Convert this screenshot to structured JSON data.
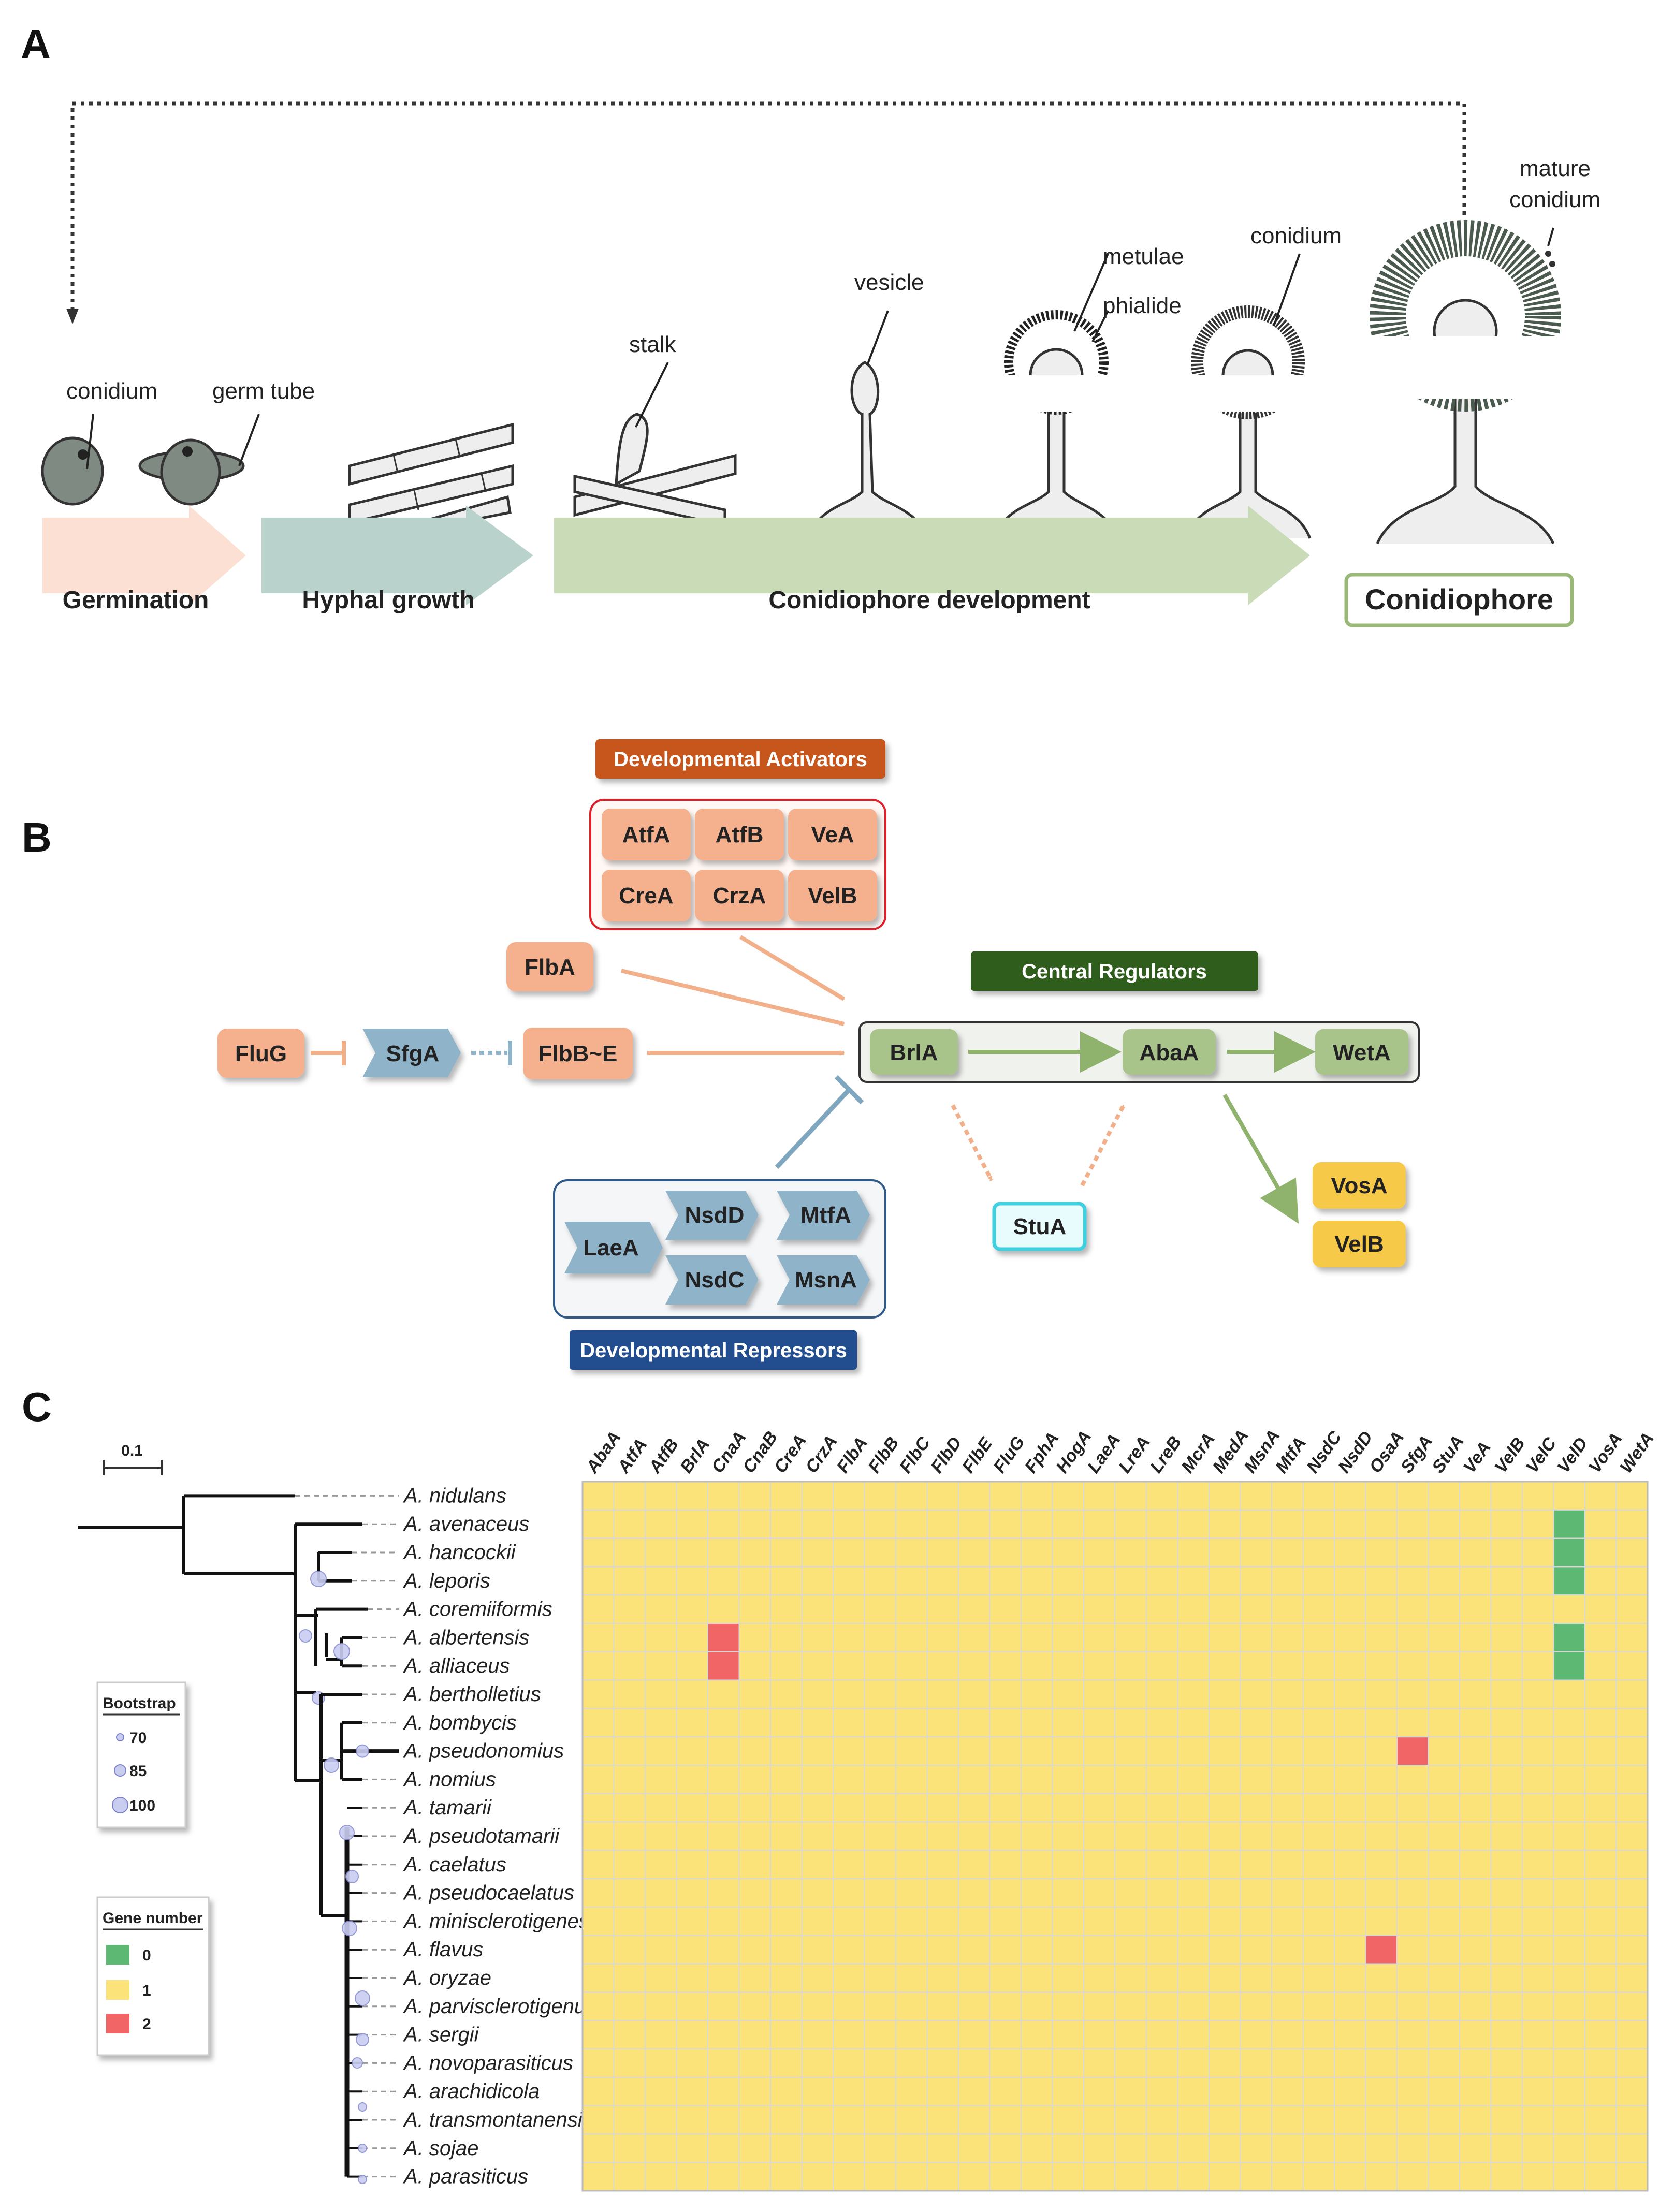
{
  "panel_a": {
    "label": "A",
    "annotations": {
      "conidium_left": "conidium",
      "germ_tube": "germ tube",
      "stalk": "stalk",
      "vesicle": "vesicle",
      "metulae": "metulae",
      "phialide": "phialide",
      "conidium_right": "conidium",
      "mature_line1": "mature",
      "mature_line2": "conidium"
    },
    "stages": {
      "germination": "Germination",
      "hyphal_growth": "Hyphal growth",
      "conidiophore_development": "Conidiophore development",
      "conidiophore": "Conidiophore"
    }
  },
  "panel_b": {
    "label": "B",
    "headers": {
      "activators": "Developmental Activators",
      "central": "Central Regulators",
      "repressors": "Developmental Repressors"
    },
    "activators": [
      "AtfA",
      "AtfB",
      "VeA",
      "CreA",
      "CrzA",
      "VelB"
    ],
    "upstream": {
      "flba": "FlbA",
      "flug": "FluG",
      "sfga": "SfgA",
      "flbbe": "FlbB~E"
    },
    "central": [
      "BrlA",
      "AbaA",
      "WetA"
    ],
    "repressors": {
      "laea": "LaeA",
      "nsdd": "NsdD",
      "mtfa": "MtfA",
      "nsdc": "NsdC",
      "msna": "MsnA"
    },
    "stua": "StuA",
    "downstream": [
      "VosA",
      "VelB"
    ],
    "colors": {
      "activator_fill": "#f5b08e",
      "activator_header": "#c7561a",
      "central_header": "#2f5d1e",
      "central_fill": "#a9c48a",
      "repressor_header": "#234d8f",
      "repressor_fill": "#8fb3c9",
      "stua_border": "#3fd0e0",
      "downstream_fill": "#f7c948"
    }
  },
  "panel_c": {
    "label": "C",
    "scale_label": "0.1",
    "genes": [
      "AbaA",
      "AtfA",
      "AtfB",
      "BrlA",
      "CnaA",
      "CnaB",
      "CreA",
      "CrzA",
      "FlbA",
      "FlbB",
      "FlbC",
      "FlbD",
      "FlbE",
      "FluG",
      "FphA",
      "HogA",
      "LaeA",
      "LreA",
      "LreB",
      "McrA",
      "MedA",
      "MsnA",
      "MtfA",
      "NsdC",
      "NsdD",
      "OsaA",
      "SfgA",
      "StuA",
      "VeA",
      "VelB",
      "VelC",
      "VelD",
      "VosA",
      "WetA"
    ],
    "species": [
      "A. nidulans",
      "A. avenaceus",
      "A. hancockii",
      "A. leporis",
      "A. coremiiformis",
      "A. albertensis",
      "A. alliaceus",
      "A. bertholletius",
      "A. bombycis",
      "A. pseudonomius",
      "A. nomius",
      "A. tamarii",
      "A. pseudotamarii",
      "A. caelatus",
      "A. pseudocaelatus",
      "A. minisclerotigenes",
      "A. flavus",
      "A. oryzae",
      "A. parvisclerotigenus",
      "A. sergii",
      "A. novoparasiticus",
      "A. arachidicola",
      "A. transmontanensis",
      "A. sojae",
      "A. parasiticus"
    ],
    "exceptions": [
      {
        "species": "A. avenaceus",
        "gene": "VelD",
        "count": 0
      },
      {
        "species": "A. hancockii",
        "gene": "VelD",
        "count": 0
      },
      {
        "species": "A. leporis",
        "gene": "VelD",
        "count": 0
      },
      {
        "species": "A. albertensis",
        "gene": "VelD",
        "count": 0
      },
      {
        "species": "A. alliaceus",
        "gene": "VelD",
        "count": 0
      },
      {
        "species": "A. albertensis",
        "gene": "CnaA",
        "count": 2
      },
      {
        "species": "A. alliaceus",
        "gene": "CnaA",
        "count": 2
      },
      {
        "species": "A. pseudonomius",
        "gene": "SfgA",
        "count": 2
      },
      {
        "species": "A. flavus",
        "gene": "OsaA",
        "count": 2
      }
    ],
    "default_count": 1,
    "colors": {
      "0": "#5db873",
      "1": "#fbe37a",
      "2": "#f26567"
    },
    "bootstrap_legend": {
      "title": "Bootstrap",
      "values": [
        "70",
        "85",
        "100"
      ]
    },
    "gene_legend": {
      "title": "Gene number",
      "values": [
        "0",
        "1",
        "2"
      ]
    }
  }
}
